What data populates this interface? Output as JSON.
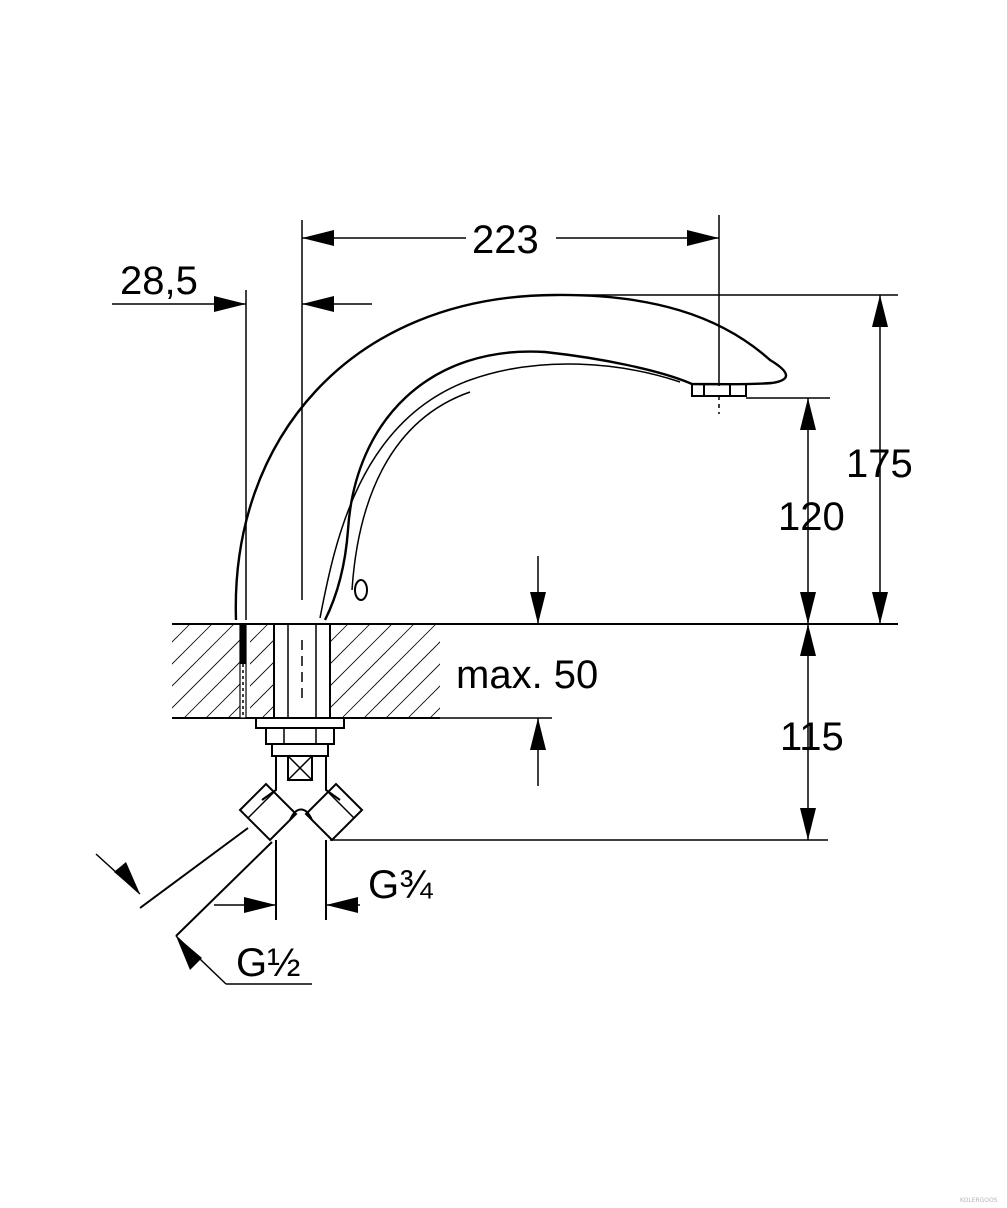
{
  "diagram": {
    "dimensions": {
      "offset": "28,5",
      "reach": "223",
      "total_height": "175",
      "spout_height": "120",
      "max_deck": "max. 50",
      "below_deck": "115",
      "thread_outlet": "G¾",
      "thread_inlet": "G½"
    },
    "watermark": "KOLERGOOS"
  }
}
